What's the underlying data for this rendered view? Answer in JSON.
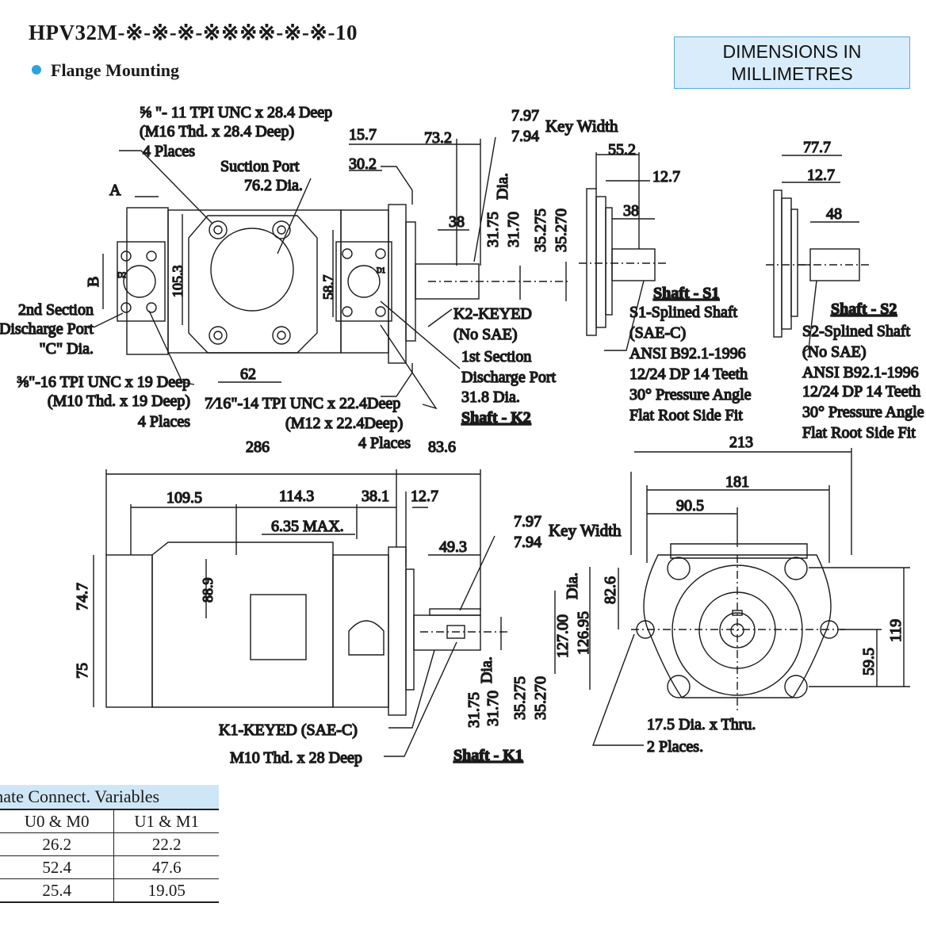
{
  "header": {
    "title": "HPV32M-※-※-※-※※※※-※-※-10",
    "subtitle": "Flange Mounting",
    "dimensions_note_line1": "DIMENSIONS IN",
    "dimensions_note_line2": "MILLIMETRES"
  },
  "colors": {
    "bullet": "#2aa3e0",
    "note_box": "#d9ecfb",
    "table_head": "#cfe6f7"
  },
  "top_view": {
    "bolt_note_l1": "⅝ \"- 11 TPI UNC x 28.4 Deep",
    "bolt_note_l2": "(M16 Thd. x 28.4 Deep)",
    "bolt_note_l3": "4 Places",
    "suction_l1": "Suction Port",
    "suction_l2": "76.2 Dia.",
    "dim_15_7": "15.7",
    "dim_73_2": "73.2",
    "dim_30_2": "30.2",
    "dim_38": "38",
    "dim_7_97": "7.97",
    "dim_7_94": "7.94",
    "key_width": "Key Width",
    "dim_31_75": "31.75",
    "dim_31_70": "31.70",
    "dia": "Dia.",
    "dim_35_275": "35.275",
    "dim_35_270": "35.270",
    "label_a": "A",
    "label_b": "B",
    "dim_105_3": "105.3",
    "dim_58_7": "58.7",
    "dim_62": "62",
    "d2": "D2",
    "d1": "D1",
    "second_l1": "2nd Section",
    "second_l2": "Discharge Port",
    "second_l3": "\"C\" Dia.",
    "k2_l1": "K2-KEYED",
    "k2_l2": "(No SAE)",
    "first_l1": "1st Section",
    "first_l2": "Discharge Port",
    "first_l3": "31.8 Dia.",
    "shaft_k2": "Shaft - K2",
    "bolt2_l1": "⅜\"-16 TPI UNC x 19 Deep",
    "bolt2_l2": "(M10 Thd. x 19 Deep)",
    "bolt2_l3": "4 Places",
    "bolt3_l1": "7⁄16\"-14 TPI UNC x 22.4Deep",
    "bolt3_l2": "(M12 x 22.4Deep)",
    "bolt3_l3": "4 Places"
  },
  "shaft_s1": {
    "dim_55_2": "55.2",
    "dim_12_7": "12.7",
    "dim_38": "38",
    "title": "Shaft - S1",
    "l1": "S1-Splined Shaft",
    "l2": "(SAE-C)",
    "l3": "ANSI B92.1-1996",
    "l4": "12/24 DP 14 Teeth",
    "l5": "30° Pressure Angle",
    "l6": "Flat Root Side Fit"
  },
  "shaft_s2": {
    "dim_77_7": "77.7",
    "dim_12_7": "12.7",
    "dim_48": "48",
    "title": "Shaft - S2",
    "l1": "S2-Splined Shaft",
    "l2": "(No SAE)",
    "l3": "ANSI B92.1-1996",
    "l4": "12/24 DP 14 Teeth",
    "l5": "30° Pressure Angle",
    "l6": "Flat Root Side Fit"
  },
  "side_view": {
    "dim_286": "286",
    "dim_83_6": "83.6",
    "dim_109_5": "109.5",
    "dim_114_3": "114.3",
    "dim_38_1": "38.1",
    "dim_12_7": "12.7",
    "dim_6_35": "6.35 MAX.",
    "dim_49_3": "49.3",
    "dim_7_97": "7.97",
    "dim_7_94": "7.94",
    "key_width": "Key Width",
    "dim_88_9": "88.9",
    "dim_74_7": "74.7",
    "dim_75": "75",
    "dim_127_00": "127.00",
    "dim_126_95": "126.95",
    "dia": "Dia.",
    "dim_31_75": "31.75",
    "dim_31_70": "31.70",
    "dim_35_275": "35.275",
    "dim_35_270": "35.270",
    "k1": "K1-KEYED (SAE-C)",
    "m10": "M10 Thd. x 28 Deep",
    "shaft_k1": "Shaft - K1"
  },
  "front_view": {
    "dim_213": "213",
    "dim_181": "181",
    "dim_90_5": "90.5",
    "dim_82_6": "82.6",
    "dim_119": "119",
    "dim_59_5": "59.5",
    "hole_l1": "17.5 Dia. x Thru.",
    "hole_l2": "2 Places."
  },
  "variables_table": {
    "title": "Alternate Connect. Variables",
    "headers": [
      "U0 & M0",
      "U1 & M1"
    ],
    "rows": [
      [
        "26.2",
        "22.2"
      ],
      [
        "52.4",
        "47.6"
      ],
      [
        "25.4",
        "19.05"
      ]
    ]
  }
}
